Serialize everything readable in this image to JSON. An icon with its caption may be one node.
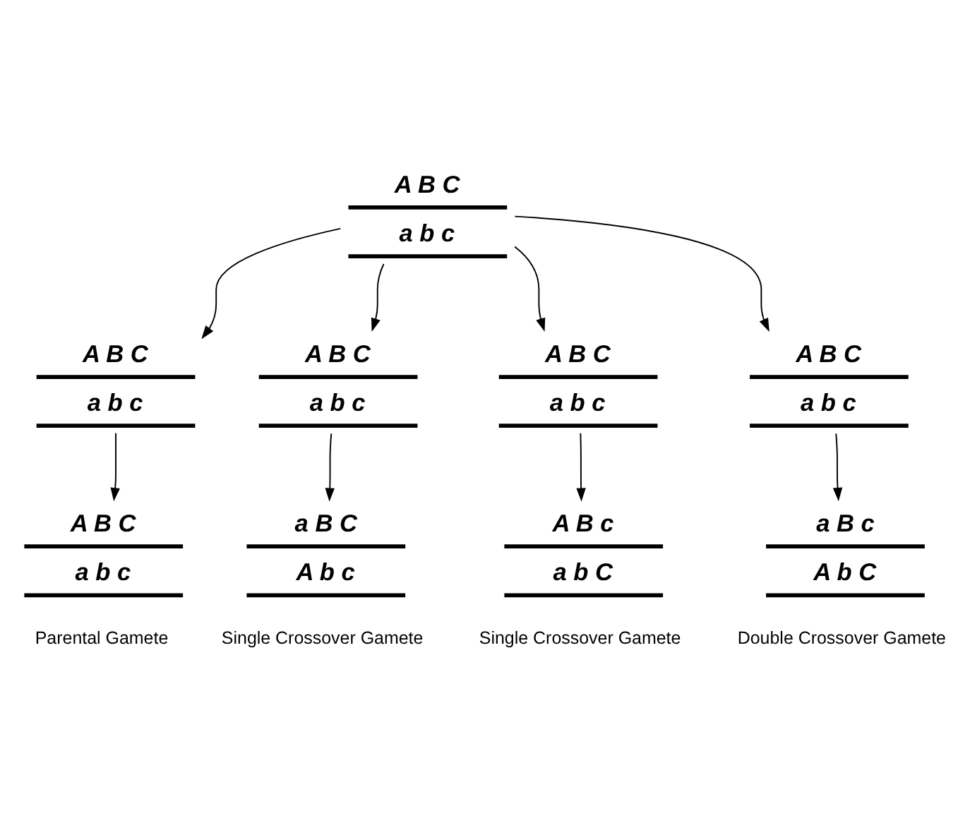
{
  "diagram": {
    "nodes": [
      {
        "text": [
          "A B C",
          "a b c"
        ]
      },
      {
        "text": [
          "A B C",
          "a b c"
        ]
      },
      {
        "text": [
          "A B C",
          "a b c"
        ]
      },
      {
        "text": [
          "A B C",
          "a b c"
        ]
      },
      {
        "text": [
          "A B C",
          "a b c"
        ]
      },
      {
        "text": [
          "A B C",
          "a b c"
        ],
        "beside": [
          "Parental Gamete"
        ]
      },
      {
        "text": [
          "a B C",
          "A b c"
        ],
        "beside": [
          "Single Crossover Gamete"
        ]
      },
      {
        "text": [
          "A B c",
          "a b C"
        ],
        "beside": [
          "Single Crossover Gamete"
        ]
      },
      {
        "text": [
          "a B c",
          "A b C"
        ],
        "beside": [
          "Double Crossover Gamete"
        ]
      }
    ],
    "edges": [
      {
        "from": 0,
        "to": 1,
        "arrow": "to"
      },
      {
        "from": 0,
        "to": 2,
        "arrow": "to"
      },
      {
        "from": 0,
        "to": 3,
        "arrow": "to"
      },
      {
        "from": 0,
        "to": 4,
        "arrow": "to"
      },
      {
        "from": 1,
        "to": 5,
        "arrow": "to"
      },
      {
        "from": 2,
        "to": 6,
        "arrow": "to"
      },
      {
        "from": 3,
        "to": 7,
        "arrow": "to"
      },
      {
        "from": 4,
        "to": 8,
        "arrow": "to"
      }
    ]
  }
}
